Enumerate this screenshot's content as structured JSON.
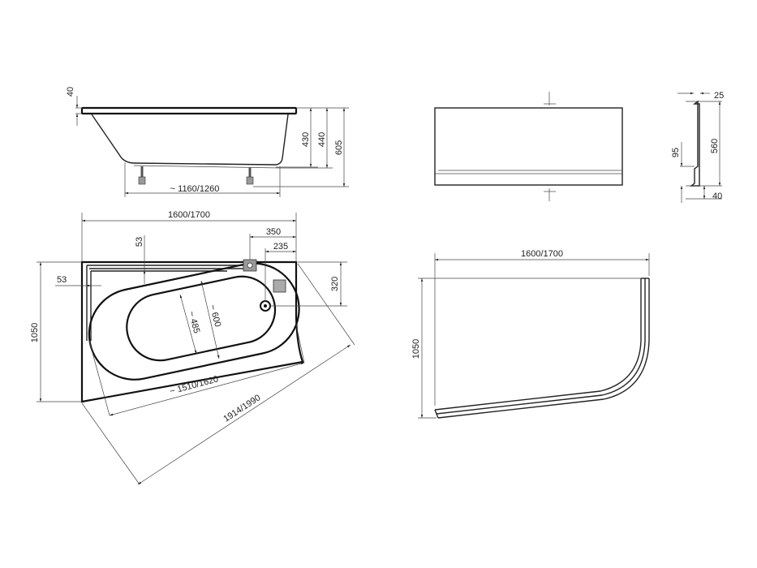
{
  "side_view": {
    "rim_height": "40",
    "inner_depth": "430",
    "depth": "440",
    "total_height": "605",
    "leg_spacing": "~ 1160/1260"
  },
  "front_panel": {
    "profile_top": "25",
    "profile_step": "95",
    "profile_height": "560",
    "profile_bottom": "40"
  },
  "plan_view": {
    "length": "1600/1700",
    "width": "1050",
    "waste_offset": "350",
    "drain_offset": "235",
    "drain_distance": "320",
    "rim_left": "53",
    "rim_top": "53",
    "basin_width_inner": "~ 485",
    "basin_width_outer": "~ 600",
    "basin_length": "~ 1510/1620",
    "diagonal": "1914/1990"
  },
  "panel_plan": {
    "length": "1600/1700",
    "width": "1050"
  },
  "colors": {
    "line": "#111111",
    "fitting": "#888888"
  }
}
